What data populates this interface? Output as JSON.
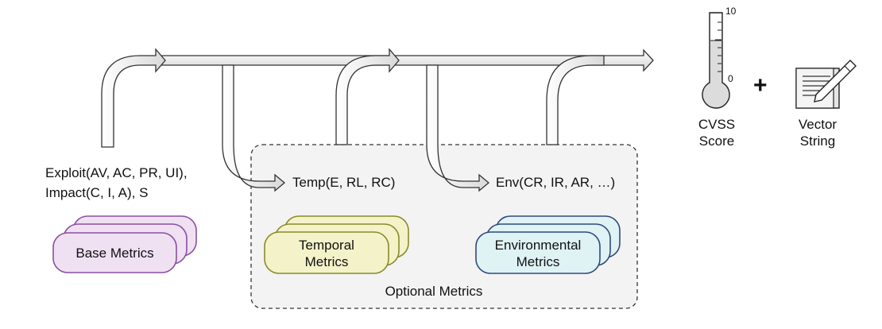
{
  "base": {
    "expression_line1": "Exploit(AV, AC, PR, UI),",
    "expression_line2": "Impact(C, I, A), S",
    "card_label": "Base Metrics",
    "color": "#8b4f9e",
    "fill": "#efe0f2"
  },
  "temporal": {
    "expression": "Temp(E, RL, RC)",
    "card_line1": "Temporal",
    "card_line2": "Metrics",
    "color": "#8a8a2a",
    "fill": "#f3f2c9"
  },
  "environmental": {
    "expression": "Env(CR, IR, AR, …)",
    "card_line1": "Environmental",
    "card_line2": "Metrics",
    "color": "#2f4a7a",
    "fill": "#dff2f4"
  },
  "optional_group": {
    "label": "Optional Metrics"
  },
  "outputs": {
    "thermometer_max": "10",
    "thermometer_min": "0",
    "score_line1": "CVSS",
    "score_line2": "Score",
    "plus": "+",
    "vector_line1": "Vector",
    "vector_line2": "String"
  }
}
